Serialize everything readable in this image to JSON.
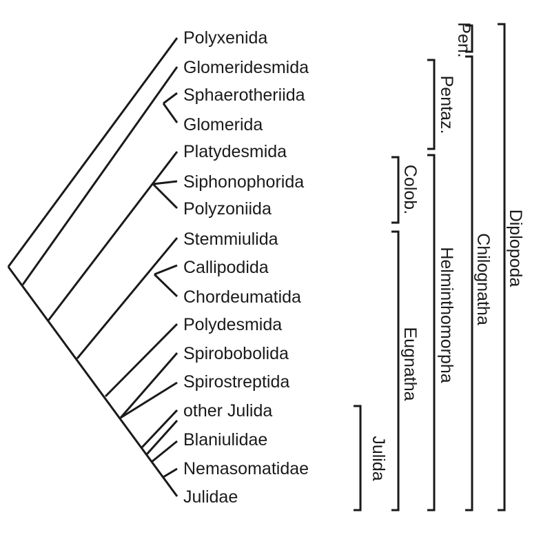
{
  "taxa": [
    "Polyxenida",
    "Glomeridesmida",
    "Sphaerotheriida",
    "Glomerida",
    "Platydesmida",
    "Siphonophorida",
    "Polyzoniida",
    "Stemmiulida",
    "Callipodida",
    "Chordeumatida",
    "Polydesmida",
    "Spirobobolida",
    "Spirostreptida",
    "other Julida",
    "Blaniulidae",
    "Nemasomatidae",
    "Julidae"
  ],
  "groups": {
    "julida": "Julida",
    "colob": "Colob.",
    "eugnatha": "Eugnatha",
    "pentaz": "Pentaz.",
    "helminthomorpha": "Helminthomorpha",
    "pen": "Pen.",
    "chilognatha": "Chilognatha",
    "diplopoda": "Diplopoda"
  }
}
